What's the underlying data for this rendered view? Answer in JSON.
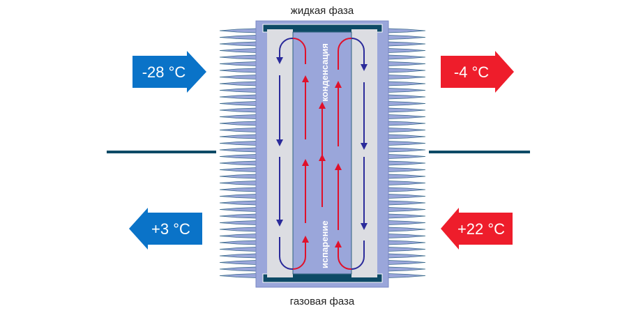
{
  "labels": {
    "top": "жидкая фаза",
    "bottom": "газовая фаза",
    "condensation": "конденсация",
    "evaporation": "испарение"
  },
  "temperatures": {
    "cold_in": "-28 °C",
    "warm_out": "-4 °C",
    "cold_out": "+3 °C",
    "warm_in": "+22 °C"
  },
  "colors": {
    "cold": "#0a73c8",
    "warm": "#ee1d2b",
    "body": "#9aa6da",
    "bar": "#0d4a66"
  }
}
